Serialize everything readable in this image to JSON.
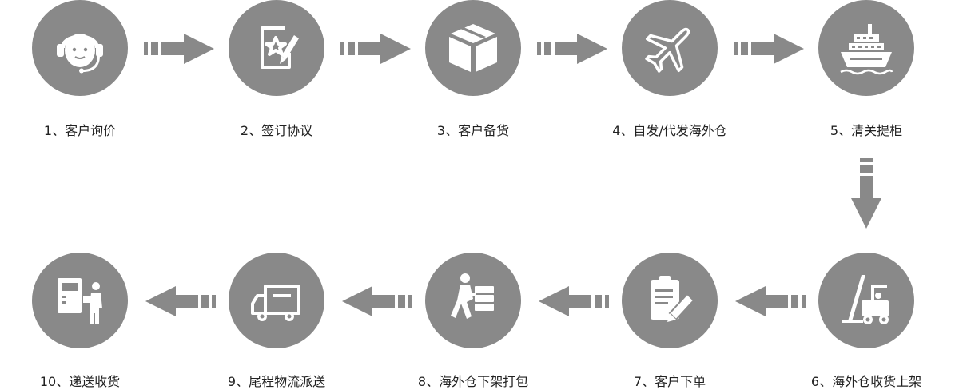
{
  "colors": {
    "circle": "#898989",
    "arrow": "#898989",
    "icon": "#ffffff",
    "text": "#222222"
  },
  "steps": [
    {
      "label": "1、客户询价",
      "icon": "customer-service-headset-icon"
    },
    {
      "label": "2、签订协议",
      "icon": "signed-document-star-pen-icon"
    },
    {
      "label": "3、客户备货",
      "icon": "package-box-icon"
    },
    {
      "label": "4、自发/代发海外仓",
      "icon": "airplane-icon"
    },
    {
      "label": "5、清关提柜",
      "icon": "cargo-ship-icon"
    },
    {
      "label": "6、海外仓收货上架",
      "icon": "forklift-icon"
    },
    {
      "label": "7、客户下单",
      "icon": "clipboard-pencil-icon"
    },
    {
      "label": "8、海外仓下架打包",
      "icon": "worker-carrying-boxes-icon"
    },
    {
      "label": "9、尾程物流派送",
      "icon": "delivery-truck-icon"
    },
    {
      "label": "10、递送收货",
      "icon": "parcel-locker-recipient-icon"
    }
  ]
}
